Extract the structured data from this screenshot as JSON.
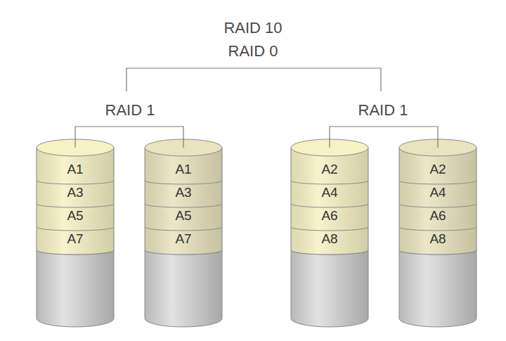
{
  "diagram": {
    "title": "RAID 10",
    "nodes": [
      {
        "text": [
          "A1",
          "A3",
          "A5",
          "A7"
        ]
      },
      {
        "text": [
          "A1",
          "A3",
          "A5",
          "A7"
        ]
      },
      {
        "text": [
          "A2",
          "A4",
          "A6",
          "A8"
        ]
      },
      {
        "text": [
          "A2",
          "A4",
          "A6",
          "A8"
        ]
      }
    ],
    "labels": [
      "RAID 0",
      "RAID 1",
      "RAID 1"
    ]
  }
}
